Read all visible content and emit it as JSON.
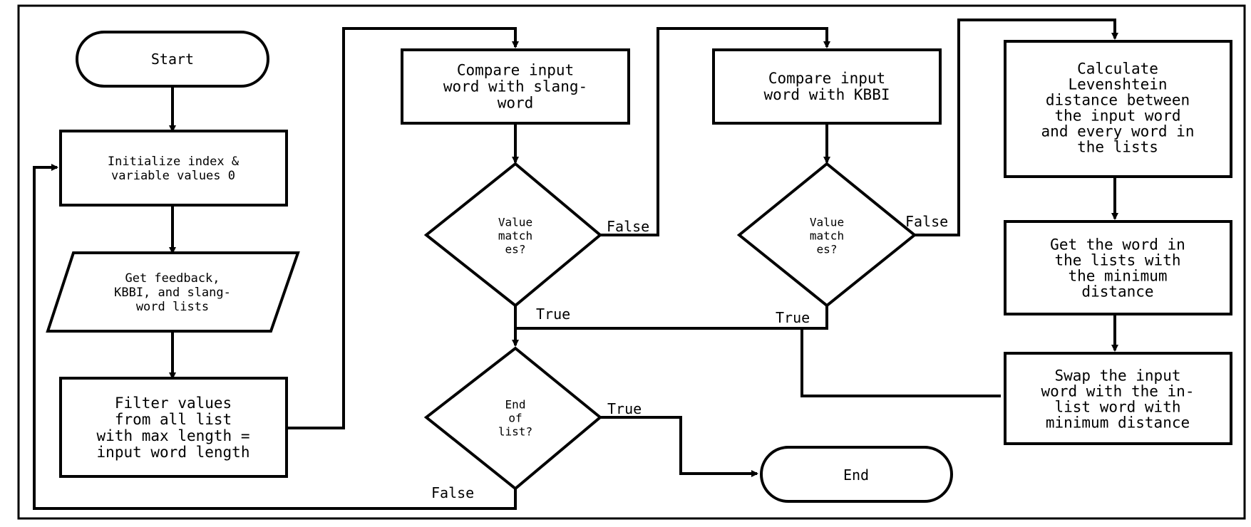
{
  "diagram": {
    "nodes": {
      "start": {
        "shape": "terminal",
        "lines": [
          "Start"
        ]
      },
      "init": {
        "shape": "process",
        "lines": [
          "Initialize index &",
          "variable values 0"
        ]
      },
      "get_lists": {
        "shape": "data",
        "lines": [
          "Get feedback,",
          "KBBI, and slang-",
          "word lists"
        ]
      },
      "filter": {
        "shape": "process",
        "lines": [
          "Filter values",
          "from all list",
          "with max length =",
          "input word length"
        ]
      },
      "compare_slang": {
        "shape": "process",
        "lines": [
          "Compare input",
          "word with slang-",
          "word"
        ]
      },
      "match_slang": {
        "shape": "decision",
        "lines": [
          "Value",
          "match",
          "es?"
        ]
      },
      "end_of_list": {
        "shape": "decision",
        "lines": [
          "End",
          "of",
          "list?"
        ]
      },
      "compare_kbbi": {
        "shape": "process",
        "lines": [
          "Compare input",
          "word with KBBI"
        ]
      },
      "match_kbbi": {
        "shape": "decision",
        "lines": [
          "Value",
          "match",
          "es?"
        ]
      },
      "levenshtein": {
        "shape": "process",
        "lines": [
          "Calculate",
          "Levenshtein",
          "distance between",
          "the input word",
          "and every word in",
          "the lists"
        ]
      },
      "min_word": {
        "shape": "process",
        "lines": [
          "Get the word in",
          "the lists with",
          "the minimum",
          "distance"
        ]
      },
      "swap": {
        "shape": "process",
        "lines": [
          "Swap the input",
          "word with the in-",
          "list word with",
          "minimum distance"
        ]
      },
      "end": {
        "shape": "terminal",
        "lines": [
          "End"
        ]
      }
    },
    "edge_labels": {
      "slang_false": "False",
      "slang_true": "True",
      "kbbi_false": "False",
      "kbbi_true": "True",
      "eol_true": "True",
      "eol_false": "False"
    },
    "colors": {
      "stroke": "#000000",
      "fill": "#ffffff",
      "background": "#ffffff"
    }
  }
}
